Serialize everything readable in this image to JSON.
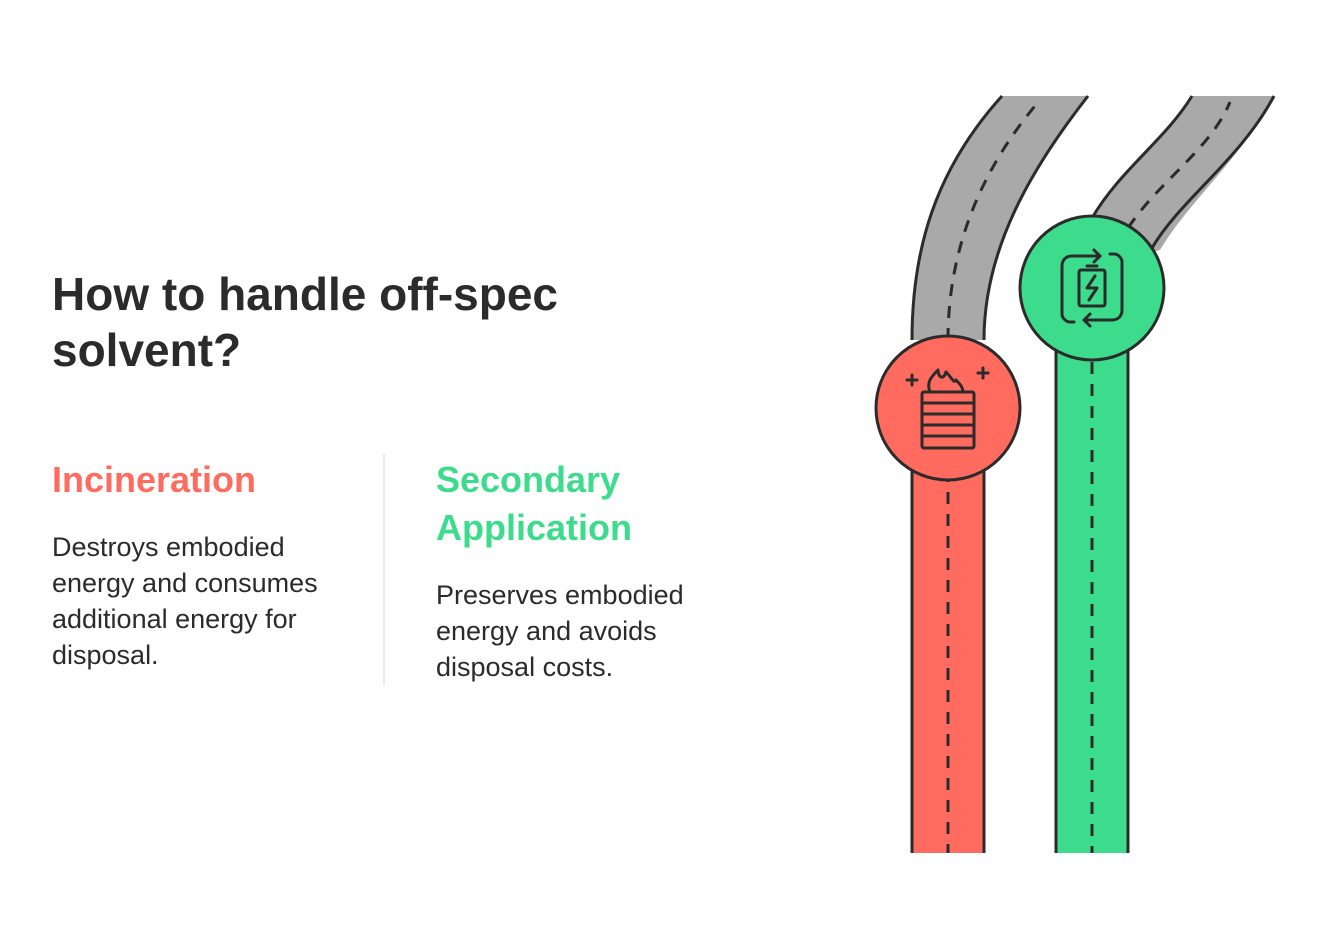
{
  "title": "How to handle off-spec solvent?",
  "options": [
    {
      "heading": "Incineration",
      "description": "Destroys embodied energy and consumes additional energy for disposal.",
      "color": "#ff6b5e",
      "icon": "burning-barrel-icon"
    },
    {
      "heading": "Secondary Application",
      "description": "Preserves embodied energy and avoids disposal costs.",
      "color": "#3ddc8c",
      "icon": "recycle-battery-icon"
    }
  ],
  "colors": {
    "road_gray": "#a9a9a9",
    "outline": "#2b2b2b",
    "divider": "#ececec"
  }
}
